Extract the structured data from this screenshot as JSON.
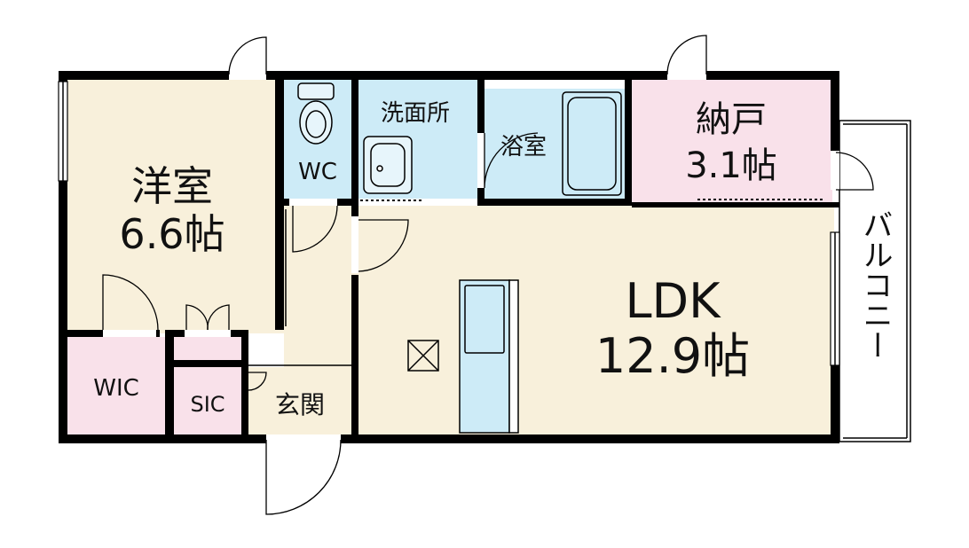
{
  "colors": {
    "bedroom": "#f8f0db",
    "pink": "#f9e1ea",
    "water": "#cdebf7",
    "wall": "#000000",
    "background": "#ffffff"
  },
  "rooms": {
    "western_room": {
      "name": "洋室",
      "size": "6.6帖"
    },
    "ldk": {
      "name": "LDK",
      "size": "12.9帖"
    },
    "storage": {
      "name": "納戸",
      "size": "3.1帖"
    },
    "wc": {
      "name": "WC"
    },
    "washroom": {
      "name": "洗面所"
    },
    "bathroom": {
      "name": "浴室"
    },
    "wic": {
      "name": "WIC"
    },
    "sic": {
      "name": "SIC"
    },
    "entrance": {
      "name": "玄関"
    },
    "balcony": {
      "name": "バルコニー"
    }
  }
}
